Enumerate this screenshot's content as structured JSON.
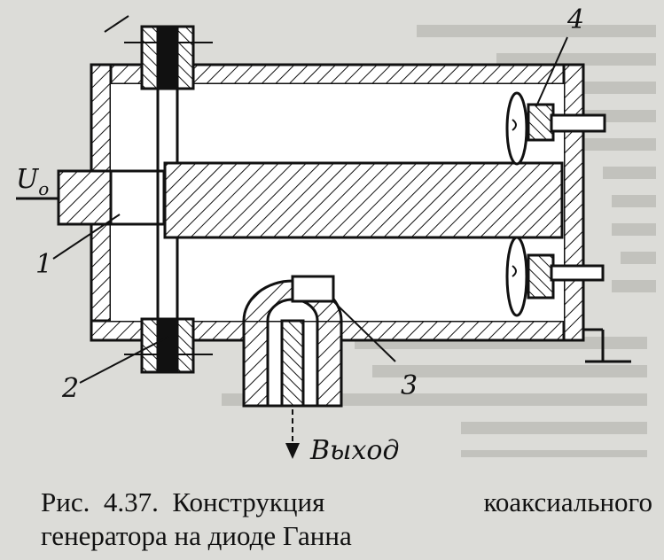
{
  "figure": {
    "labels": {
      "u0_main": "U",
      "u0_sub": "o",
      "num1": "1",
      "num2": "2",
      "num3": "3",
      "num4": "4",
      "output": "Выход"
    },
    "caption": {
      "prefix": "Рис.",
      "number": "4.37.",
      "word1": "Конструкция",
      "word2": "коаксиального",
      "line2": "генератора на диоде Ганна"
    }
  },
  "colors": {
    "ink": "#111111",
    "paper": "#dcdcd8",
    "fade_text": "#b9b9b4"
  }
}
